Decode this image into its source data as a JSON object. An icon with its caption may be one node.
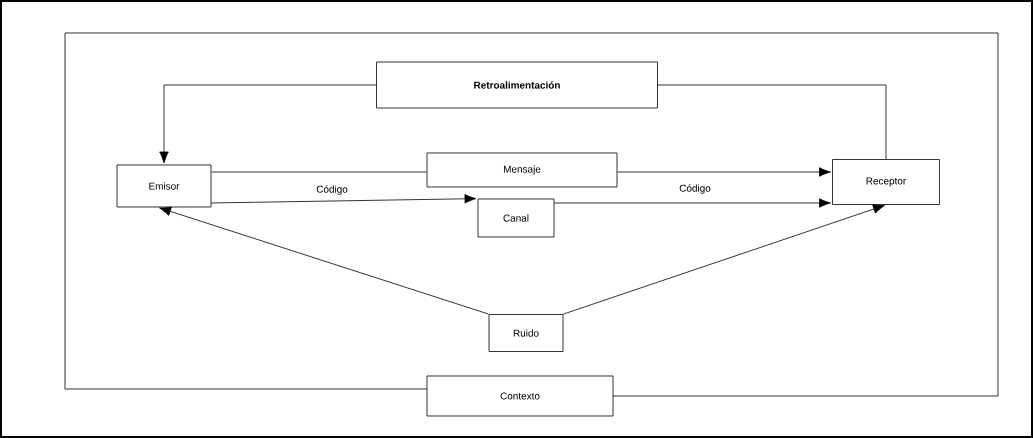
{
  "diagram": {
    "nodes": [
      {
        "text": [
          "Retroalimentación"
        ]
      },
      {
        "text": [
          "Emisor"
        ]
      },
      {
        "text": [
          "Mensaje"
        ]
      },
      {
        "text": [
          "Receptor"
        ]
      },
      {
        "text": [
          "Canal"
        ]
      },
      {
        "text": [
          "Ruido"
        ]
      },
      {
        "text": [
          "Contexto"
        ]
      }
    ],
    "edges": [
      {
        "from": 3,
        "to": 0,
        "arrow": "none"
      },
      {
        "from": 0,
        "to": 1,
        "arrow": "to"
      },
      {
        "from": 1,
        "to": 2,
        "arrow": "none"
      },
      {
        "from": 2,
        "to": 3,
        "arrow": "to"
      },
      {
        "from": 1,
        "to": 4,
        "arrow": "to",
        "label": "Código"
      },
      {
        "from": 4,
        "to": 3,
        "arrow": "to",
        "label": "Código"
      },
      {
        "from": 5,
        "to": 1,
        "arrow": "to"
      },
      {
        "from": 5,
        "to": 3,
        "arrow": "to"
      }
    ]
  }
}
